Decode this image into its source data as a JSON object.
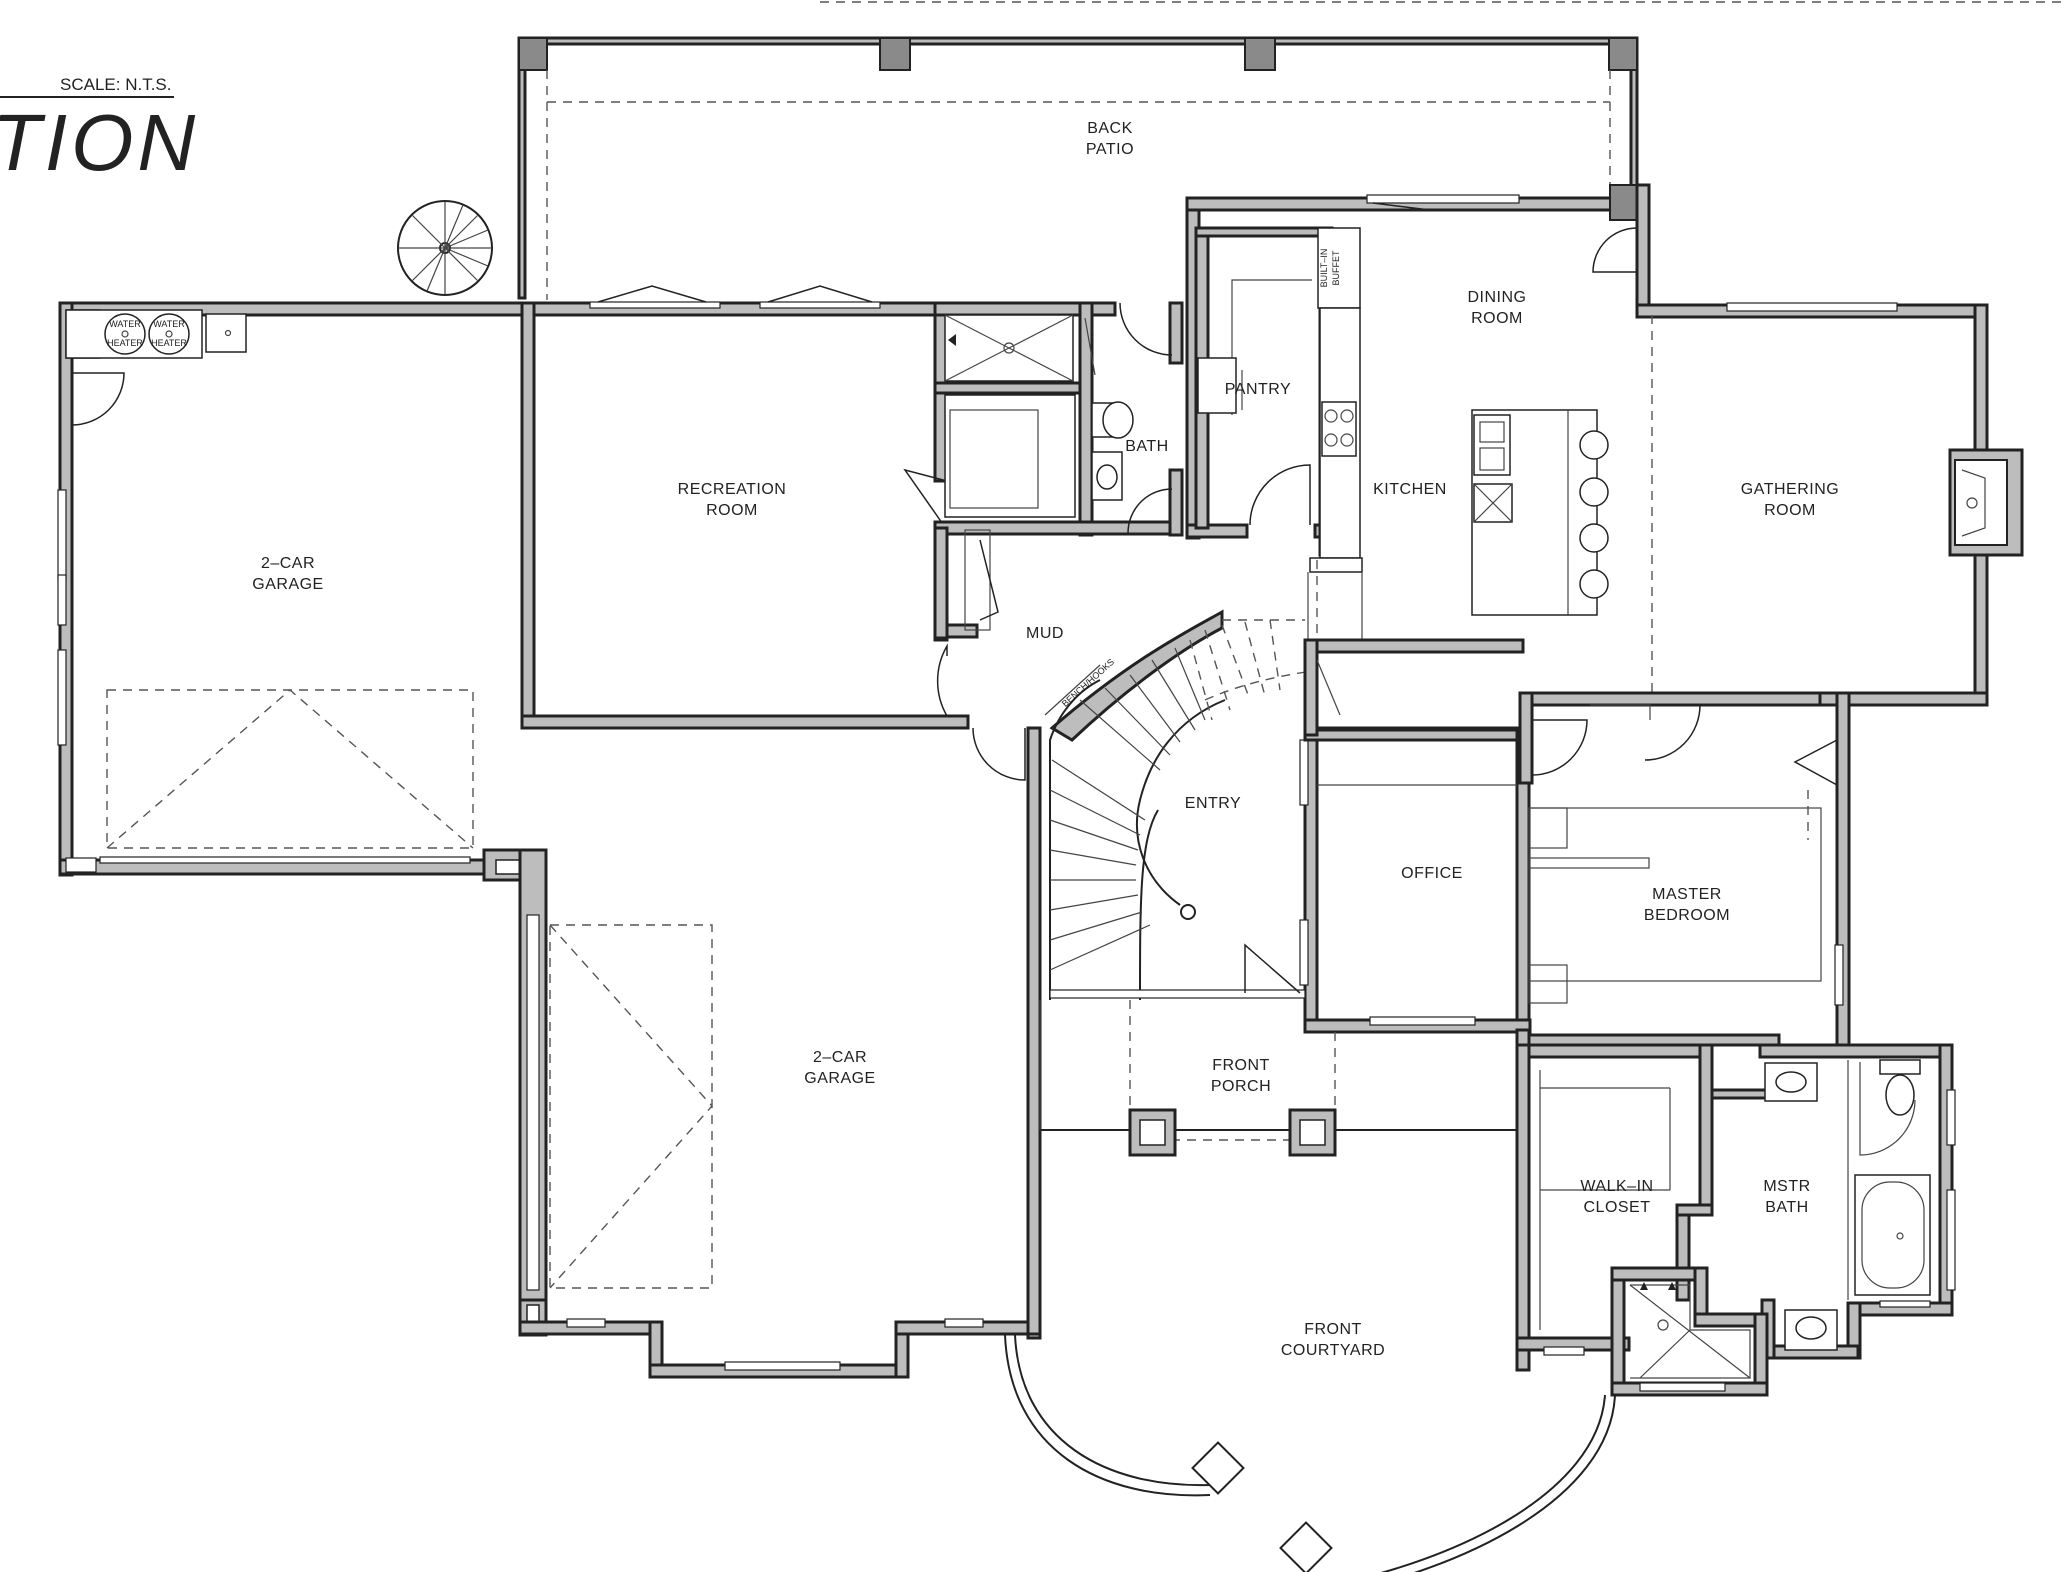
{
  "scale_label": "SCALE:  N.T.S.",
  "title_fragment": "TION",
  "rooms": {
    "back_patio": [
      "BACK",
      "PATIO"
    ],
    "dining_room": [
      "DINING",
      "ROOM"
    ],
    "built_in_buffet": [
      "BUILT–IN",
      "BUFFET"
    ],
    "pantry": [
      "PANTRY"
    ],
    "bath": [
      "BATH"
    ],
    "recreation_room": [
      "RECREATION",
      "ROOM"
    ],
    "kitchen": [
      "KITCHEN"
    ],
    "gathering_room": [
      "GATHERING",
      "ROOM"
    ],
    "garage_left": [
      "2–CAR",
      "GARAGE"
    ],
    "mud": [
      "MUD"
    ],
    "bench_hooks": [
      "BENCH/HOOKS"
    ],
    "entry": [
      "ENTRY"
    ],
    "office": [
      "OFFICE"
    ],
    "master_bedroom": [
      "MASTER",
      "BEDROOM"
    ],
    "front_porch": [
      "FRONT",
      "PORCH"
    ],
    "garage_center": [
      "2–CAR",
      "GARAGE"
    ],
    "walk_in_closet": [
      "WALK–IN",
      "CLOSET"
    ],
    "mstr_bath": [
      "MSTR",
      "BATH"
    ],
    "front_courtyard": [
      "FRONT",
      "COURTYARD"
    ]
  },
  "fixtures": {
    "water_heater_1": [
      "WATER",
      "HEATER"
    ],
    "water_heater_2": [
      "WATER",
      "HEATER"
    ]
  }
}
